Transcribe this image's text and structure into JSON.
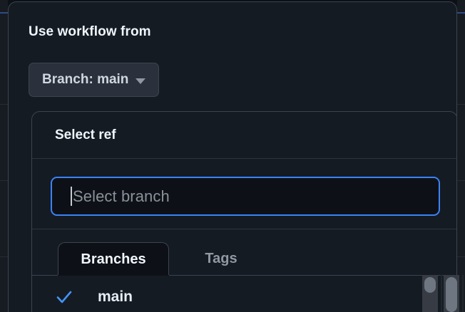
{
  "theme": {
    "page_bg": "#0d1117",
    "panel_bg": "#151b23",
    "border": "#3d444d",
    "divider": "#2f353d",
    "text_primary": "#f0f6fc",
    "text_muted": "#9198a1",
    "accent_blue": "#3b82f6",
    "check_blue": "#4493f8",
    "input_bg": "#0d1117",
    "button_bg": "#2a313c"
  },
  "panel": {
    "title": "Use workflow from",
    "branch_button": {
      "label": "Branch: main",
      "caret_icon": "chevron-down-icon"
    }
  },
  "dialog": {
    "title": "Select ref",
    "search": {
      "value": "",
      "placeholder": "Select branch",
      "focused": true,
      "caret_visible": true
    },
    "tabs": [
      {
        "label": "Branches",
        "active": true
      },
      {
        "label": "Tags",
        "active": false
      }
    ],
    "refs": [
      {
        "label": "main",
        "selected": true,
        "check_icon": "check-icon"
      }
    ]
  },
  "scrollbars": [
    {
      "name": "list-scrollbar",
      "orientation": "vertical"
    },
    {
      "name": "page-scrollbar",
      "orientation": "vertical"
    }
  ]
}
